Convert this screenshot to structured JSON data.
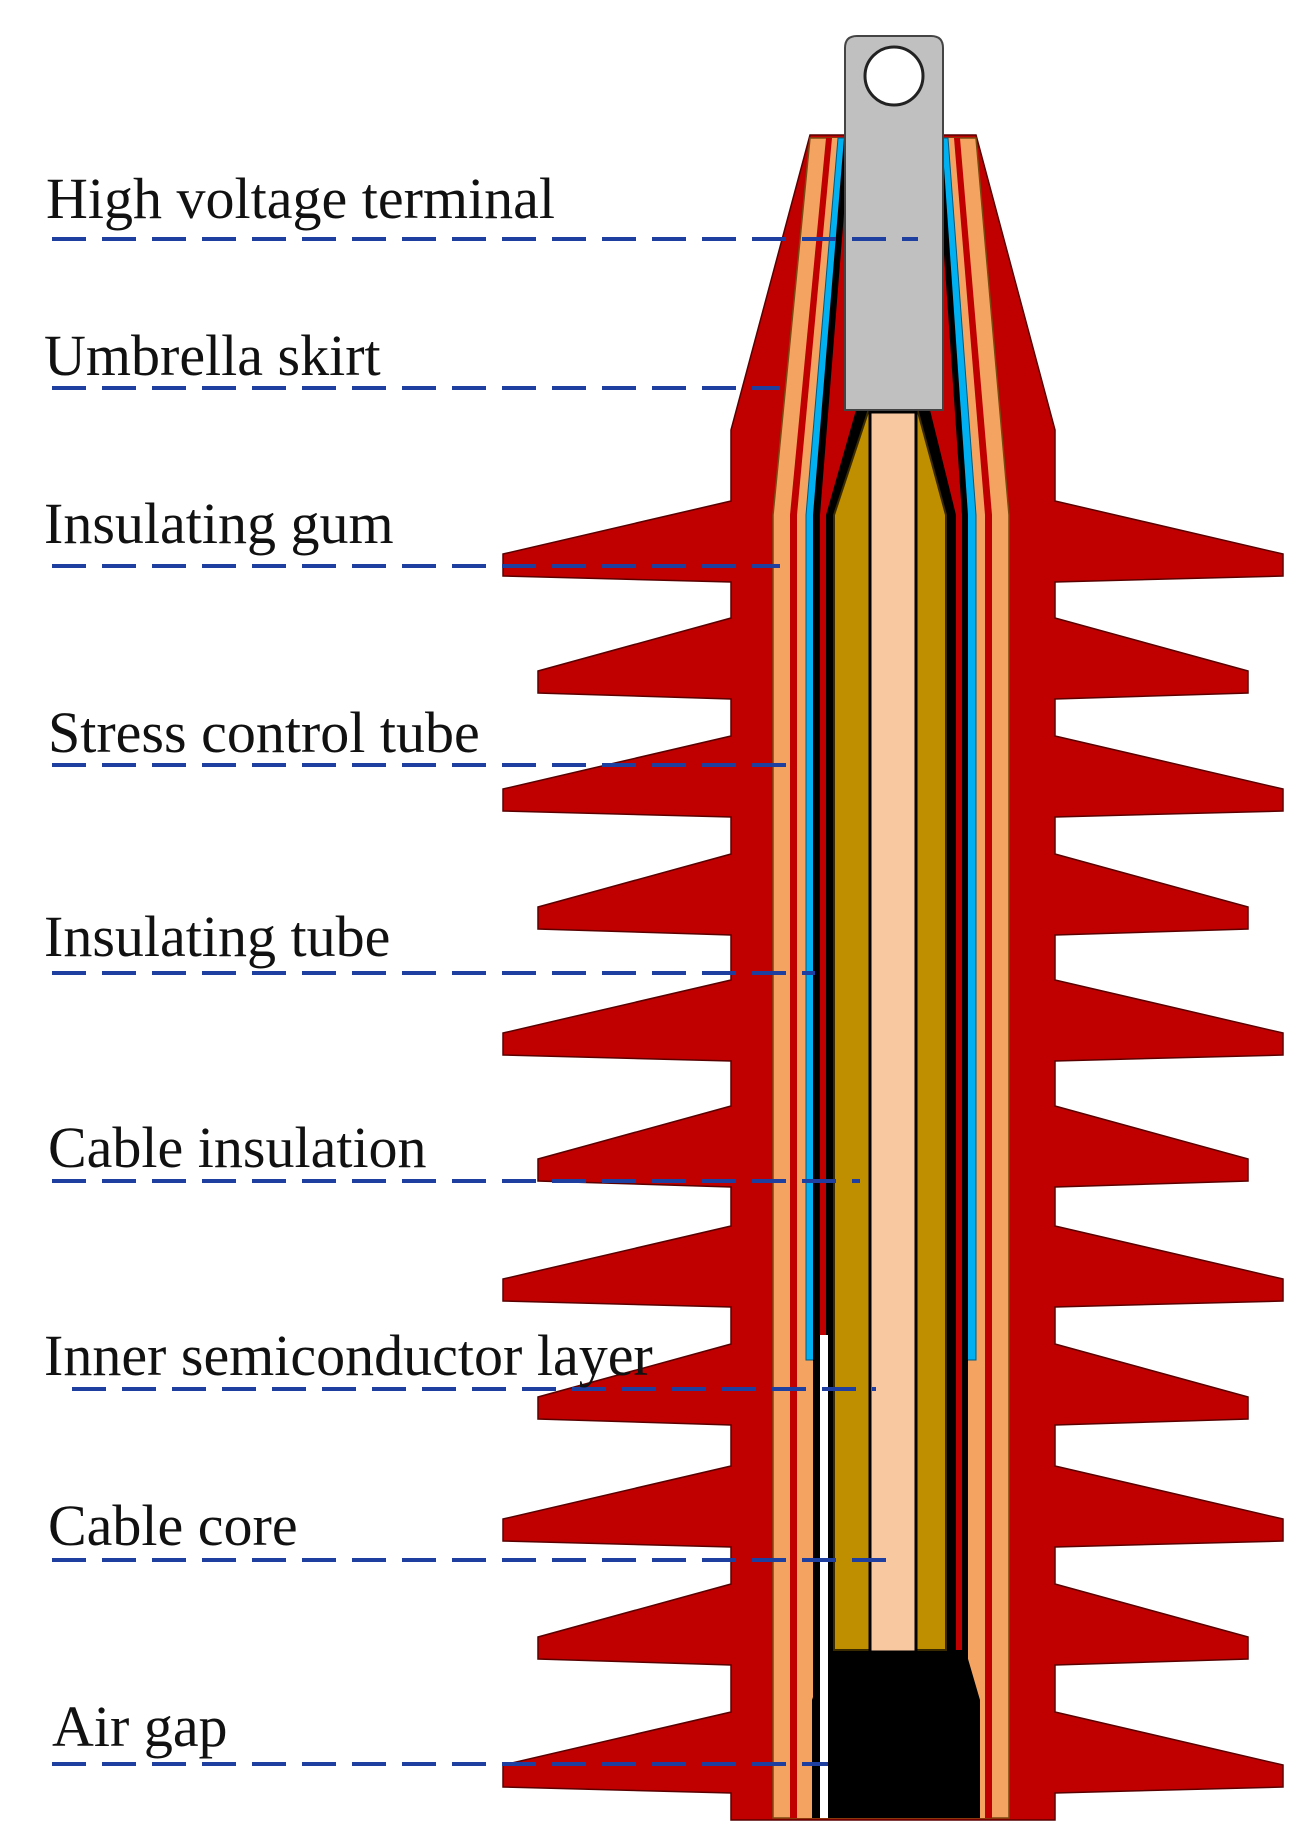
{
  "labels": {
    "high_voltage_terminal": "High voltage terminal",
    "umbrella_skirt": "Umbrella skirt",
    "insulating_gum": "Insulating gum",
    "stress_control_tube": "Stress control tube",
    "insulating_tube": "Insulating tube",
    "cable_insulation": "Cable insulation",
    "inner_semiconductor_layer": "Inner semiconductor layer",
    "cable_core": "Cable core",
    "air_gap": "Air gap"
  },
  "colors": {
    "skirt_red": "#C00000",
    "gum_orange": "#F4A460",
    "insulation_gold": "#BF8F00",
    "core_peach": "#F8C8A0",
    "terminal_gray": "#C0C0C0",
    "stress_tube_blue": "#00B0F0",
    "leader_blue": "#1F3FA0",
    "black": "#000000"
  }
}
